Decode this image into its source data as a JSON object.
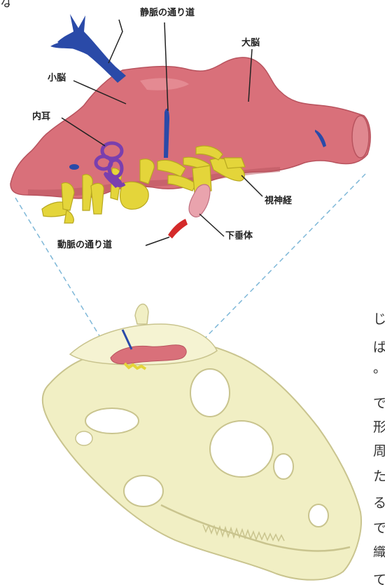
{
  "labels": {
    "vein_passage": "静脈の通り道",
    "cerebrum": "大脳",
    "cerebellum": "小脳",
    "inner_ear": "内耳",
    "optic_nerve": "視神経",
    "pituitary": "下垂体",
    "artery_passage": "動脈の通り道"
  },
  "edge_text": {
    "top": "な",
    "column": [
      "じ",
      "ば",
      "。",
      "で",
      "形",
      "周",
      "た",
      "る",
      "で",
      "織",
      "て"
    ]
  },
  "colors": {
    "brain": "#d9707a",
    "brain_shade": "#b8535e",
    "vein": "#2a4aa8",
    "nerves": "#e4d53a",
    "inner_ear": "#7a3fae",
    "pituitary": "#e9a3ad",
    "artery": "#d42a2a",
    "skull": "#f1efc4",
    "skull_shade": "#c9c48e",
    "guide_line": "#7fb8d8"
  }
}
